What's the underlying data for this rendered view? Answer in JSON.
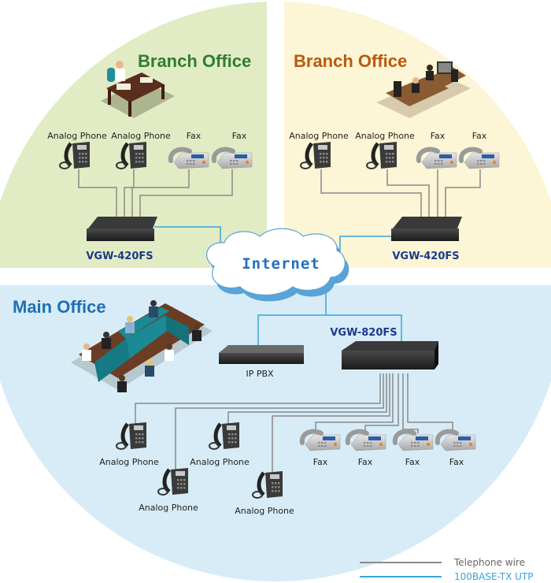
{
  "branch_left": {
    "title": "Branch Office",
    "title_color": "#2e7d32",
    "bg_color": "#e2ecc4",
    "device": "VGW-420FS",
    "endpoints": [
      {
        "type": "analog-phone",
        "label": "Analog Phone"
      },
      {
        "type": "analog-phone",
        "label": "Analog Phone"
      },
      {
        "type": "fax",
        "label": "Fax"
      },
      {
        "type": "fax",
        "label": "Fax"
      }
    ]
  },
  "branch_right": {
    "title": "Branch Office",
    "title_color": "#b85a0e",
    "bg_color": "#fcf5d6",
    "device": "VGW-420FS",
    "endpoints": [
      {
        "type": "analog-phone",
        "label": "Analog Phone"
      },
      {
        "type": "analog-phone",
        "label": "Analog Phone"
      },
      {
        "type": "fax",
        "label": "Fax"
      },
      {
        "type": "fax",
        "label": "Fax"
      }
    ]
  },
  "internet": {
    "label": "Internet",
    "color": "#1f6fc0"
  },
  "main_office": {
    "title": "Main Office",
    "title_color": "#1f6fb5",
    "bg_color": "#d7ecf6",
    "pbx_label": "IP PBX",
    "device": "VGW-820FS",
    "phones": [
      "Analog Phone",
      "Analog Phone",
      "Analog Phone",
      "Analog Phone"
    ],
    "faxes": [
      "Fax",
      "Fax",
      "Fax",
      "Fax"
    ]
  },
  "legend": [
    {
      "label": "Telephone wire",
      "color": "#8a8a8a",
      "text_color": "#666666"
    },
    {
      "label": "100BASE-TX UTP",
      "color": "#3aa3dc",
      "text_color": "#3aa3dc"
    }
  ]
}
